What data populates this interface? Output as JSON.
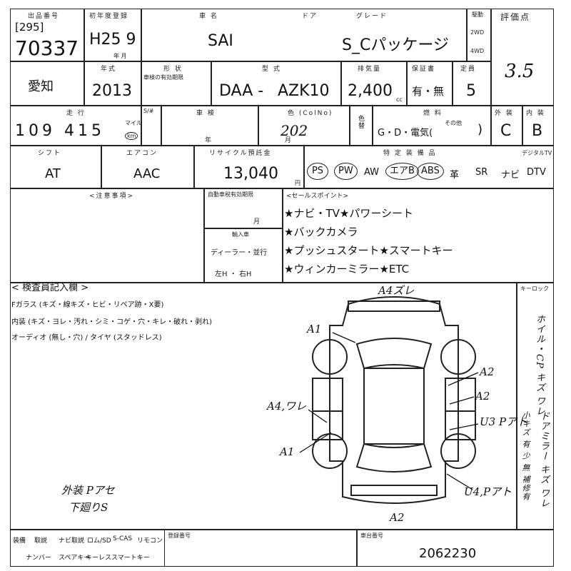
{
  "header": {
    "lot_label": "出品番号",
    "lot_bracket": "[295]",
    "lot_no": "70337",
    "first_reg_label": "初年度登録",
    "first_reg": "H25 9",
    "year_month_unit": "年 月",
    "name_label": "車 名",
    "car_name": "SAI",
    "door_label": "ドア",
    "grade_label": "グレード",
    "grade": "S_Cパッケージ",
    "drive_label": "駆動",
    "drive_2wd": "2WD",
    "drive_4wd": "4WD",
    "score_label": "評価点",
    "score": "3.5"
  },
  "row2": {
    "region": "愛知",
    "year_label": "年式",
    "year": "2013",
    "form_label": "形 状",
    "form_sub": "車検の有効期限",
    "model_label": "型 式",
    "model_prefix": "DAA -",
    "model": "AZK10",
    "disp_label": "排気量",
    "displacement": "2,400",
    "cc": "cc",
    "warranty_label": "保証書",
    "warranty": "有・無",
    "capacity_label": "定員",
    "capacity": "5"
  },
  "row3": {
    "mileage_label": "走 行",
    "mileage": "109 415",
    "mile_unit": "マイル",
    "km_unit": "km",
    "hash_label": "S/#",
    "inspection_label": "車 検",
    "ym_unit": "年 月",
    "color_label": "色 (ColNo)",
    "color_code": "202",
    "color_change": "色替",
    "fuel_label": "燃 料",
    "fuel": "G・D・電気(",
    "fuel_other": "その他",
    "fuel_close": ")",
    "exterior_label": "外 装",
    "exterior": "C",
    "interior_label": "内 装",
    "interior": "B"
  },
  "row4": {
    "shift_label": "シフト",
    "shift": "AT",
    "ac_label": "エアコン",
    "ac": "AAC",
    "recycle_label": "リサイクル預託金",
    "recycle": "13,040",
    "yen": "円",
    "equip_label": "特 定 装 備 品",
    "digital_label": "デジタルTV",
    "equip": [
      "PS",
      "PW",
      "AW",
      "エアB",
      "ABS",
      "革",
      "SR",
      "ナビ",
      "DTV"
    ]
  },
  "notes": {
    "notes_label": "<注意事項>",
    "tax_label": "自動車税有効期限",
    "month_unit": "月",
    "import_label": "輸入車",
    "dealer": "ディーラー・並行",
    "hand": "左H ・ 右H",
    "sales_label": "<セールスポイント>",
    "sales_points": [
      "★ナビ・TV★パワーシート",
      "★バックカメラ",
      "★プッシュスタート★スマートキー",
      "★ウィンカーミラー★ETC"
    ]
  },
  "inspection": {
    "title": "< 検査員記入欄 >",
    "glass": "Fガラス (キズ・線キズ・ヒビ・リペア跡・X要)",
    "interior": "内装 (キズ・ヨレ・汚れ・シミ・コゲ・穴・キレ・破れ・剥れ)",
    "audio": "オーディオ (無し・穴) / タイヤ (スタッドレス)",
    "handwritten_1": "外装 Pアセ",
    "handwritten_2": "下廻りS",
    "keylock_label": "キーロック",
    "side_note_1": "ホイル・CP キズ ワレ",
    "side_note_2": "ドアミラー キズ ワレ",
    "side_note_3": "小キズ 有 少 無 補修有"
  },
  "diagram_marks": [
    "A4ズレ",
    "A1",
    "A2",
    "A2",
    "A4,ワレ",
    "U3 Pアト",
    "A1",
    "U4,Pアト",
    "A2"
  ],
  "footer": {
    "cols": [
      "装備",
      "取説",
      "ナビ取説",
      "ロム/SD",
      "S-CAS",
      "リモコン"
    ],
    "cols2": [
      "ナンバー",
      "スペアキー",
      "キーレス",
      "スマートキー"
    ],
    "reg_no_label": "登録番号",
    "chassis_label": "車台番号",
    "chassis_no": "2062230"
  }
}
